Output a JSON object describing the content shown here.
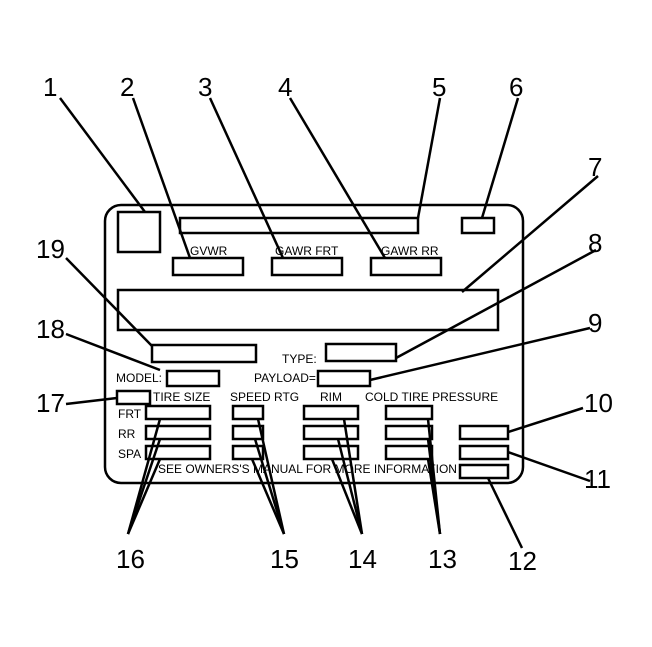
{
  "callouts": [
    "1",
    "2",
    "3",
    "4",
    "5",
    "6",
    "7",
    "8",
    "9",
    "10",
    "11",
    "12",
    "13",
    "14",
    "15",
    "16",
    "17",
    "18",
    "19"
  ],
  "label": {
    "gvwr": "GVWR",
    "gawr_frt": "GAWR FRT",
    "gawr_rr": "GAWR RR",
    "type": "TYPE:",
    "model": "MODEL:",
    "payload": "PAYLOAD=",
    "tire_size": "TIRE SIZE",
    "speed_rtg": "SPEED RTG",
    "rim": "RIM",
    "cold_tire_pressure": "COLD TIRE PRESSURE",
    "frt": "FRT",
    "rr": "RR",
    "spa": "SPA",
    "footer": "SEE OWNERS'S MANUAL FOR MORE INFORMATION"
  },
  "colors": {
    "ink": "#000000",
    "paper": "#ffffff"
  }
}
